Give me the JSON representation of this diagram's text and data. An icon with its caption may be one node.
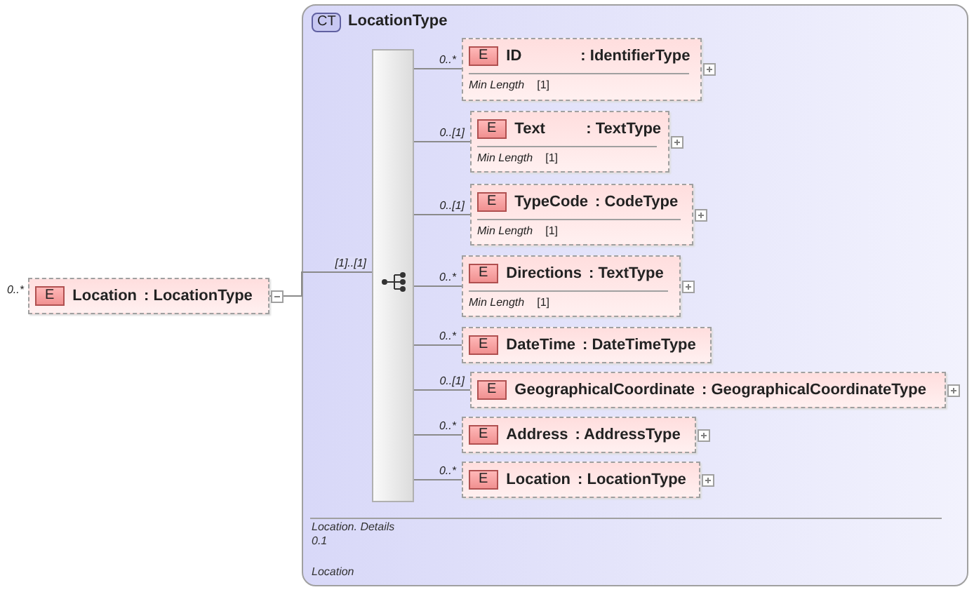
{
  "diagram": {
    "nodes": [
      {
        "text": [
          "E",
          "Location",
          ": LocationType"
        ],
        "beside": [
          "0..*"
        ]
      },
      {
        "text": [
          "CT",
          "LocationType",
          "Location. Details",
          "0.1",
          "Location"
        ]
      },
      {
        "text": [],
        "shape": "bar",
        "in": 1
      },
      {
        "text": [
          "E",
          "ID",
          ": IdentifierType",
          "Min Length",
          "[1]"
        ],
        "in": 1
      },
      {
        "text": [
          "E",
          "Text",
          ": TextType",
          "Min Length",
          "[1]"
        ],
        "in": 1
      },
      {
        "text": [
          "E",
          "TypeCode",
          ": CodeType",
          "Min Length",
          "[1]"
        ],
        "in": 1
      },
      {
        "text": [
          "E",
          "Directions",
          ": TextType",
          "Min Length",
          "[1]"
        ],
        "in": 1
      },
      {
        "text": [
          "E",
          "DateTime",
          ": DateTimeType"
        ],
        "in": 1
      },
      {
        "text": [
          "E",
          "GeographicalCoordinate",
          ": GeographicalCoordinateType"
        ],
        "in": 1
      },
      {
        "text": [
          "E",
          "Address",
          ": AddressType"
        ],
        "in": 1
      },
      {
        "text": [
          "E",
          "Location",
          ": LocationType"
        ],
        "in": 1
      }
    ],
    "edges": [
      {
        "from": 0,
        "to": 2,
        "arrow": "none",
        "label": "[1]..[1]"
      },
      {
        "from": 2,
        "to": 3,
        "arrow": "none",
        "label": "0..*"
      },
      {
        "from": 2,
        "to": 4,
        "arrow": "none",
        "label": "0..[1]"
      },
      {
        "from": 2,
        "to": 5,
        "arrow": "none",
        "label": "0..[1]"
      },
      {
        "from": 2,
        "to": 6,
        "arrow": "none",
        "label": "0..*"
      },
      {
        "from": 2,
        "to": 7,
        "arrow": "none",
        "label": "0..*"
      },
      {
        "from": 2,
        "to": 8,
        "arrow": "none",
        "label": "0..[1]"
      },
      {
        "from": 2,
        "to": 9,
        "arrow": "none",
        "label": "0..*"
      },
      {
        "from": 2,
        "to": 10,
        "arrow": "none",
        "label": "0..*"
      }
    ]
  }
}
